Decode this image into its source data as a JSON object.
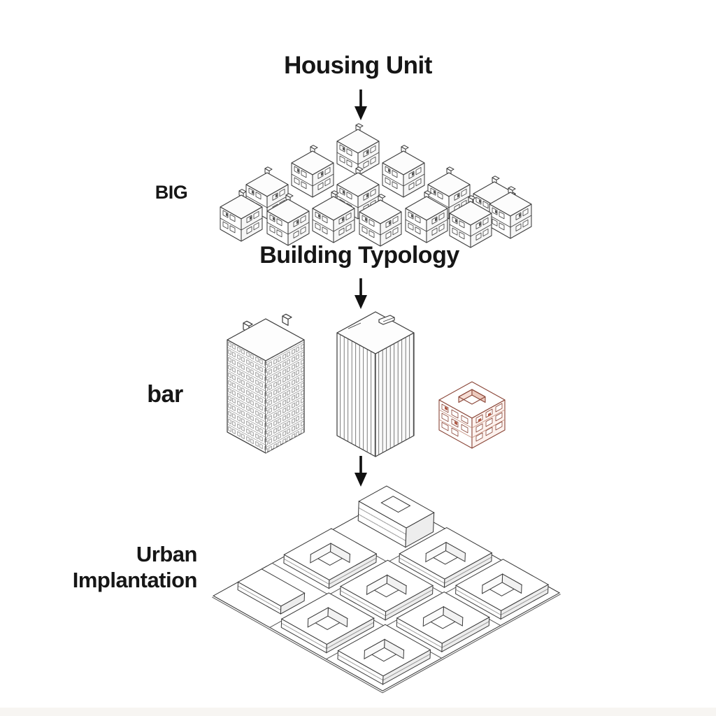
{
  "diagram": {
    "sections": [
      {
        "title": "Housing Unit",
        "side_label": "BIG"
      },
      {
        "title": "Building Typology",
        "side_label": "bar"
      },
      {
        "title": "",
        "side_label": "Urban Implantation"
      }
    ]
  },
  "icons": {
    "flow_arrows": [
      "down-arrow",
      "down-arrow",
      "down-arrow"
    ]
  },
  "colors": {
    "background": "#ffffff",
    "ink_text": "#161616",
    "line_art": "#3d3d3d",
    "courtyard_building_accent": "#9c4a38",
    "courtyard_building_tint": "#f6ddd5",
    "shaded_face": "#ededed"
  }
}
